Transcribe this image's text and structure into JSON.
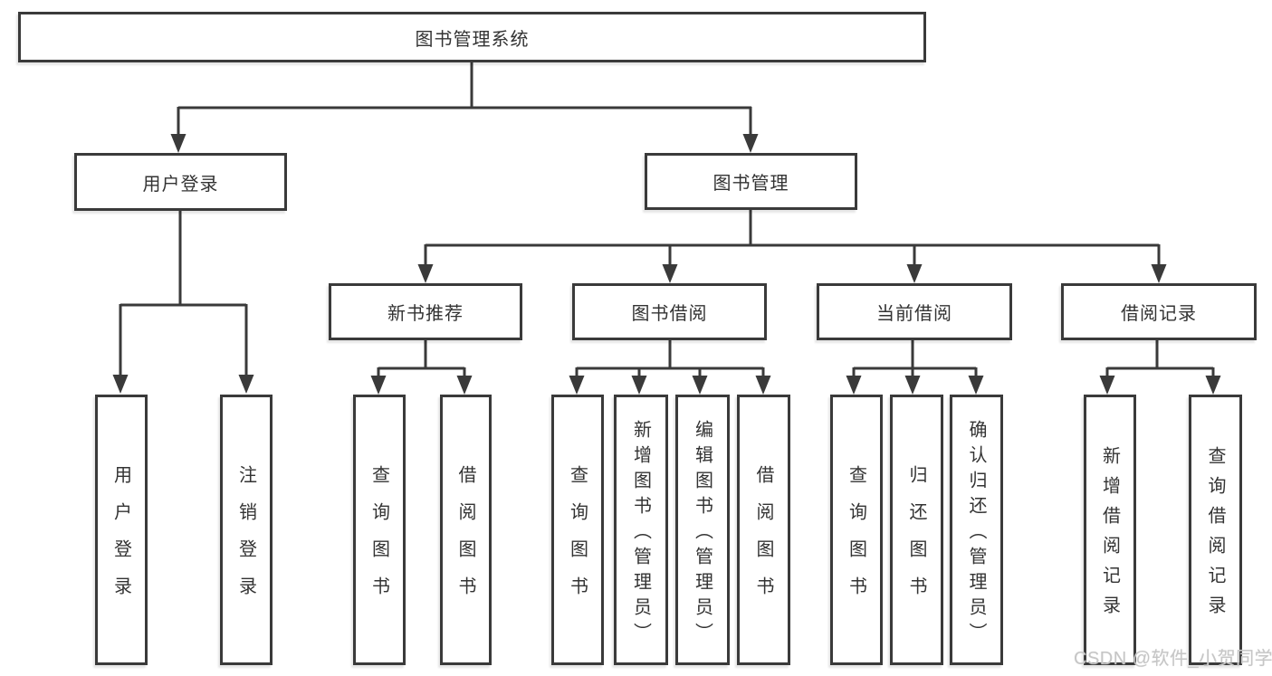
{
  "diagram": {
    "root": {
      "label": "图书管理系统"
    },
    "level2": [
      {
        "label": "用户登录"
      },
      {
        "label": "图书管理"
      }
    ],
    "level3": [
      {
        "label": "新书推荐"
      },
      {
        "label": "图书借阅"
      },
      {
        "label": "当前借阅"
      },
      {
        "label": "借阅记录"
      }
    ],
    "leaves": {
      "user": [
        "用户登录",
        "注销登录"
      ],
      "newbook": [
        "查询图书",
        "借阅图书"
      ],
      "borrow": [
        "查询图书",
        "新增图书（管理员）",
        "编辑图书（管理员）",
        "借阅图书"
      ],
      "current": [
        "查询图书",
        "归还图书",
        "确认归还（管理员）"
      ],
      "records": [
        "新增借阅记录",
        "查询借阅记录"
      ]
    },
    "watermark": "CSDN @软件_小贺同学",
    "colors": {
      "line": "#3a3a3a",
      "text": "#333333",
      "background": "#ffffff",
      "watermark": "#c6c6c6"
    }
  }
}
